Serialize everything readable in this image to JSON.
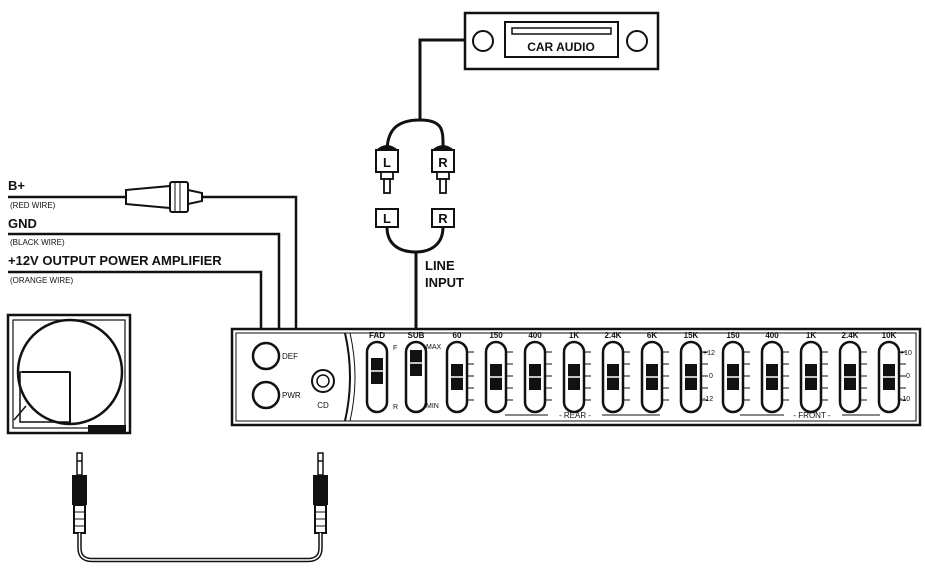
{
  "car_audio": {
    "label": "CAR AUDIO"
  },
  "rca": {
    "plug_left": "L",
    "plug_right": "R",
    "jack_left": "L",
    "jack_right": "R",
    "input_line1": "LINE",
    "input_line2": "INPUT"
  },
  "wires": {
    "bplus": "B+",
    "bplus_note": "(RED WIRE)",
    "gnd": "GND",
    "gnd_note": "(BLACK WIRE)",
    "amp": "+12V OUTPUT POWER AMPLIFIER",
    "amp_note": "(ORANGE WIRE)"
  },
  "unit": {
    "def": "DEF",
    "pwr": "PWR",
    "cd": "CD",
    "fad": "FAD",
    "fad_top": "F",
    "fad_bottom": "R",
    "sub": "SUB",
    "sub_top": "MAX",
    "sub_bottom": "MIN",
    "rear_bands": [
      "60",
      "150",
      "400",
      "1K",
      "2.4K",
      "6K",
      "15K"
    ],
    "front_bands": [
      "150",
      "400",
      "1K",
      "2.4K",
      "10K"
    ],
    "rear_label": "- REAR -",
    "front_label": "- FRONT -",
    "scale_top": "+12",
    "scale_mid": "0",
    "scale_bottom": "-12",
    "front_scale_top": "+10",
    "front_scale_mid": "0",
    "front_scale_bottom": "-10"
  }
}
